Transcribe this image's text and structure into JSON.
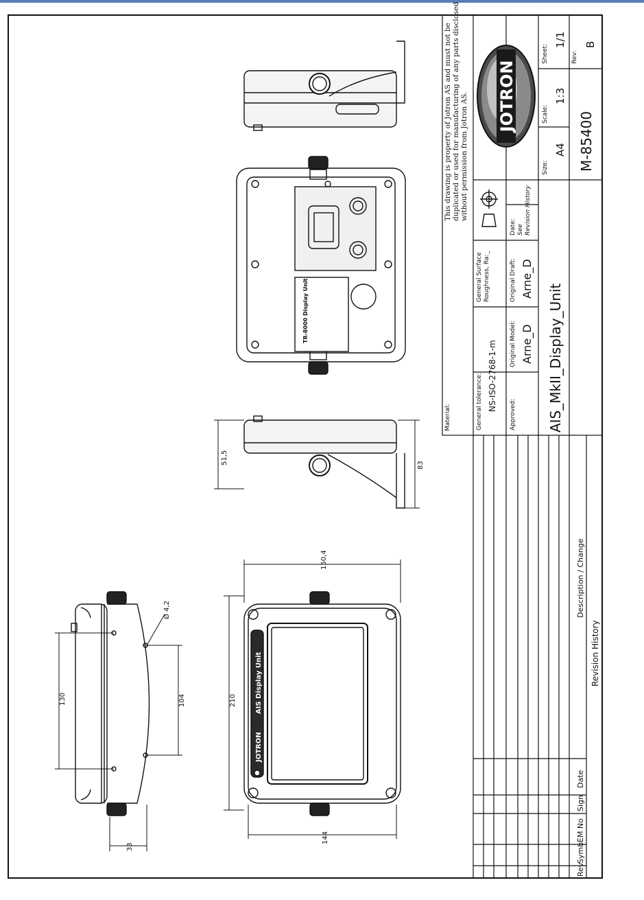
{
  "drawing": {
    "copyright_lines": [
      "This drawing is property of Jotron AS and must not be",
      "duplicated or used for manufacturing of any parts disclosed herin",
      "without permission from Jotron AS."
    ],
    "logo_text": "JOTRON",
    "material_label": "Material:",
    "material_value": "",
    "general_tolerance_label": "General tolerance:",
    "general_tolerance_value": "NS-ISO-2768-1-m",
    "surface_label_1": "General Surface",
    "surface_label_2": "Roughness, Ra:",
    "surface_value": "_",
    "approved_label": "Approved:",
    "approved_value": "",
    "original_model_label": "Original Model:",
    "original_model_value": "Arne_D",
    "original_draft_label": "Original Draft:",
    "original_draft_value": "Arne_D",
    "date_label": "Date:",
    "date_value_1": "See",
    "date_value_2": "Revision History",
    "title": "AIS_MkII_Display_Unit",
    "size_label": "Size:",
    "size_value": "A4",
    "scale_label": "Scale:",
    "scale_value": "1:3",
    "sheet_label": "Sheet:",
    "sheet_value": "1/1",
    "rev_label": "Rev:",
    "rev_value": "B",
    "drawing_number": "M-85400"
  },
  "revision_table": {
    "columns": [
      "Rev",
      "Symb",
      "EM No",
      "Sign",
      "Date",
      "Description / Change"
    ],
    "footer": "Revision History"
  },
  "dimensions": {
    "side_height": "130",
    "side_hole_spacing": "104",
    "side_depth": "33",
    "hole_diameter": "Ø 4,2",
    "front_height": "210",
    "front_width_top": "150,4",
    "front_width_bottom": "144",
    "bracket_depth": "51,5",
    "bracket_height": "83"
  },
  "device": {
    "front_brand": "JOTRON",
    "front_label": "AIS Display Unit",
    "rear_label": "TR-8000 Display Unit"
  }
}
